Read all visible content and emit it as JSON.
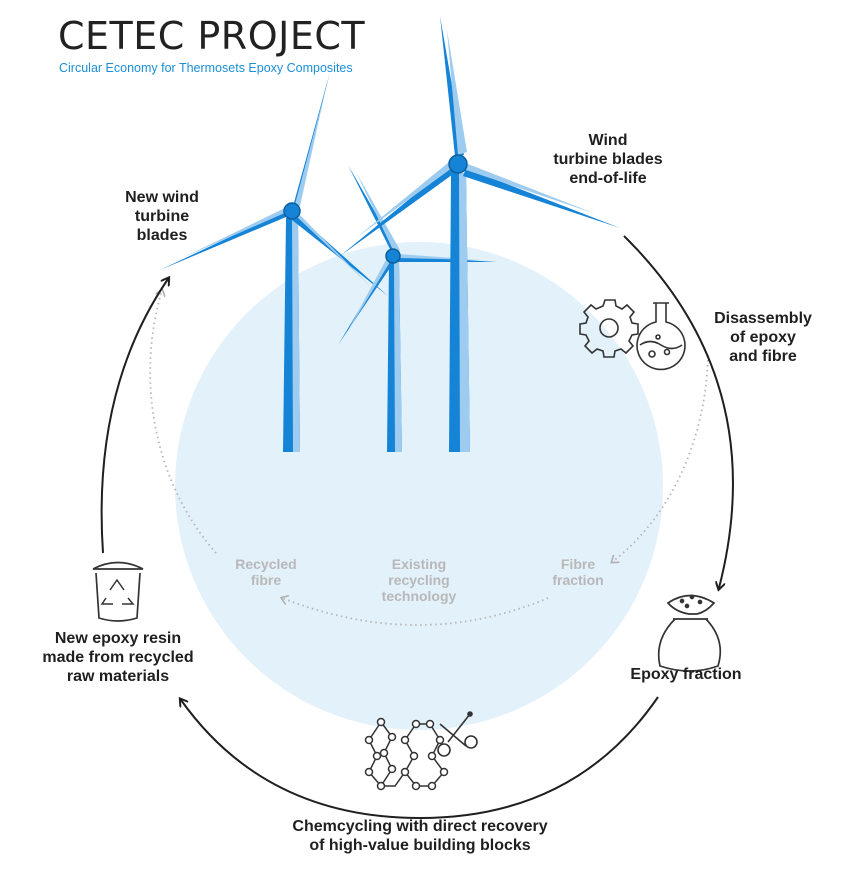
{
  "header": {
    "title": "CETEC PROJECT",
    "subtitle": "Circular Economy for Thermosets Epoxy Composites"
  },
  "stages": {
    "new_blades": "New wind\nturbine\nblades",
    "end_of_life": "Wind\nturbine blades\nend-of-life",
    "disassembly": "Disassembly\nof epoxy\nand fibre",
    "epoxy_fraction": "Epoxy fraction",
    "chemcycling": "Chemcycling with direct recovery\nof high-value building blocks",
    "new_resin": "New epoxy resin\nmade from recycled\nraw materials"
  },
  "existing": {
    "fibre_fraction": "Fibre\nfraction",
    "existing_tech": "Existing\nrecycling\ntechnology",
    "recycled_fibre": "Recycled\nfibre"
  },
  "colors": {
    "blue": "#1583d6",
    "light_blue": "#9dccf0",
    "circle": "#e3f1fb",
    "dark": "#1f1f1f",
    "grey": "#b8b8b8"
  },
  "icons": [
    "wind-turbine-icon",
    "gear-icon",
    "flask-icon",
    "sack-icon",
    "molecule-chain-icon",
    "scissors-icon",
    "recycle-bucket-icon"
  ]
}
